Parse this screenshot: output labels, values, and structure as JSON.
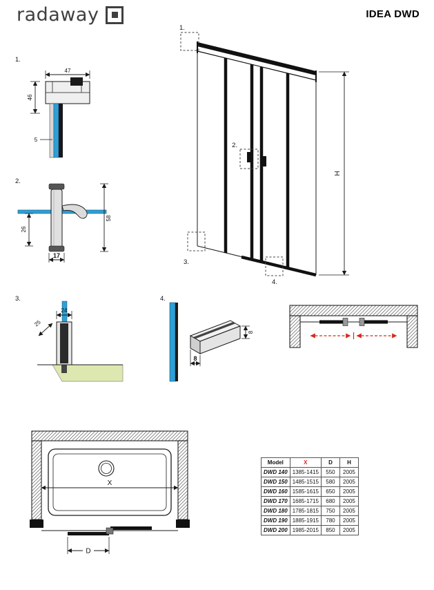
{
  "header": {
    "logo_text": "radaway",
    "title": "IDEA DWD"
  },
  "figures": {
    "detail1": {
      "label": "1.",
      "dim_top": "47",
      "dim_side": "46",
      "dim_glass": "5"
    },
    "detail2": {
      "label": "2.",
      "dim_offset": "26",
      "dim_grip": "17",
      "dim_length": "58"
    },
    "detail3": {
      "label": "3.",
      "dim_depth": "25",
      "dim_top": "24"
    },
    "detail4": {
      "label": "4.",
      "dim_height": "8",
      "dim_width": "8"
    },
    "elevation": {
      "marker_1": "1.",
      "marker_2": "2.",
      "marker_3": "3.",
      "marker_4": "4.",
      "height_label": "H"
    },
    "plan": {
      "width_label": "X",
      "door_label": "D"
    }
  },
  "table": {
    "headers": [
      "Model",
      "X",
      "D",
      "H"
    ],
    "rows": [
      [
        "DWD 140",
        "1385-1415",
        "550",
        "2005"
      ],
      [
        "DWD 150",
        "1485-1515",
        "580",
        "2005"
      ],
      [
        "DWD 160",
        "1585-1615",
        "650",
        "2005"
      ],
      [
        "DWD 170",
        "1685-1715",
        "680",
        "2005"
      ],
      [
        "DWD 180",
        "1785-1815",
        "750",
        "2005"
      ],
      [
        "DWD 190",
        "1885-1915",
        "780",
        "2005"
      ],
      [
        "DWD 200",
        "1985-2015",
        "850",
        "2005"
      ]
    ]
  },
  "colors": {
    "glass_blue": "#2f9fd6",
    "accent_red": "#d42a1e",
    "floor_green": "#dde8b0",
    "line_dark": "#1a1a1a"
  }
}
